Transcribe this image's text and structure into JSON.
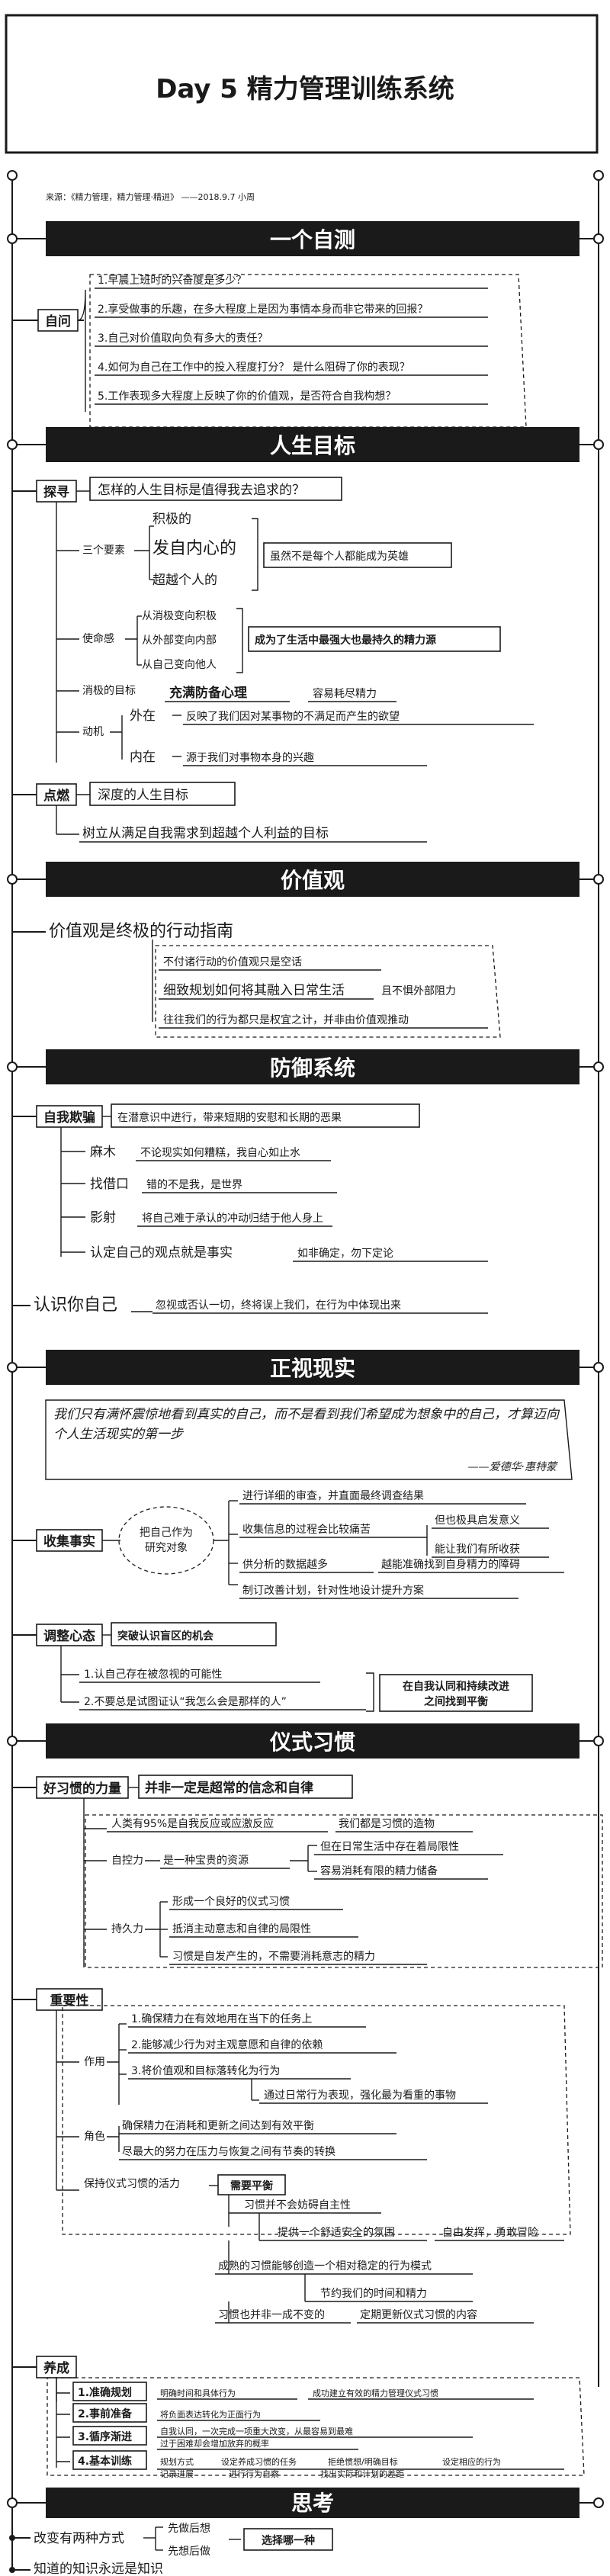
{
  "title": "Day 5 精力管理训练系统",
  "source": "来源：《精力管理，精力管理·精进》  ——2018.9.7 小周",
  "s1": {
    "header": "一个自测",
    "tag": "自问",
    "q": [
      "1.早晨上班时的兴奋度是多少？",
      "2.享受做事的乐趣，在多大程度上是因为事情本身而非它带来的回报？",
      "3.自己对价值取向负有多大的责任？",
      "4.如何为自己在工作中的投入程度打分？ 是什么阻碍了你的表现？",
      "5.工作表现多大程度上反映了你的价值观，是否符合自我构想？"
    ]
  },
  "s2": {
    "header": "人生目标",
    "tag1": "探寻",
    "q": "怎样的人生目标是值得我去追求的？",
    "three": "三个要素",
    "e1": "积极的",
    "e2": "发自内心的",
    "e3": "超越个人的",
    "e_note": "虽然不是每个人都能成为英雄",
    "mission": "使命感",
    "m1": "从消极变向积极",
    "m2": "从外部变向内部",
    "m3": "从自己变向他人",
    "m_note": "成为了生活中最强大也最持久的精力源",
    "neg": "消极的目标",
    "neg1": "充满防备心理",
    "neg2": "容易耗尽精力",
    "motive": "动机",
    "out": "外在",
    "out_note": "反映了我们因对某事物的不满足而产生的欲望",
    "in": "内在",
    "in_note": "源于我们对事物本身的兴趣",
    "tag2": "点燃",
    "deep": "深度的人生目标",
    "deep_note": "树立从满足自我需求到超越个人利益的目标"
  },
  "s3": {
    "header": "价值观",
    "main": "价值观是终极的行动指南",
    "b1": "不付诸行动的价值观只是空话",
    "b2": "细致规划如何将其融入日常生活",
    "b2n": "且不惧外部阻力",
    "b3": "往往我们的行为都只是权宜之计，并非由价值观推动"
  },
  "s4": {
    "header": "防御系统",
    "tag": "自我欺骗",
    "lead": "在潜意识中进行，带来短期的安慰和长期的恶果",
    "r1": "麻木",
    "r1n": "不论现实如何糟糕，我自心如止水",
    "r2": "找借口",
    "r2n": "错的不是我，是世界",
    "r3": "影射",
    "r3n": "将自己难于承认的冲动归结于他人身上",
    "r4": "认定自己的观点就是事实",
    "r4n": "如非确定，勿下定论",
    "know": "认识你自己",
    "know_n": "忽视或否认一切，终将误上我们，在行为中体现出来"
  },
  "s5": {
    "header": "正视现实",
    "quote": "我们只有满怀震惊地看到真实的自己，而不是看到我们希望成为想象中的自己，才算迈向个人生活现实的第一步",
    "author": "——爱德华·惠特蒙",
    "tag": "收集事实",
    "center1": "把自己作为",
    "center2": "研究对象",
    "f1": "进行详细的审查，并直面最终调查结果",
    "f2": "收集信息的过程会比较痛苦",
    "f2a": "但也极具启发意义",
    "f2b": "能让我们有所收获",
    "f3": "供分析的数据越多",
    "f3n": "越能准确找到自身精力的障碍",
    "f4": "制订改善计划，针对性地设计提升方案",
    "tag2": "调整心态",
    "adj": "突破认识盲区的机会",
    "adj1": "1.认自己存在被忽视的可能性",
    "adj2": "2.不要总是试图证认“我怎么会是那样的人”",
    "adj_note1": "在自我认同和持续改进",
    "adj_note2": "之间找到平衡"
  },
  "s6": {
    "header": "仪式习惯",
    "tag": "好习惯的力量",
    "lead": "并非一定是超常的信念和自律",
    "p1": "人类有95%是自我反应或应激反应",
    "p1n": "我们都是习惯的造物",
    "p2": "自控力",
    "p2a": "是一种宝贵的资源",
    "p2b": "但在日常生活中存在着局限性",
    "p2c": "容易消耗有限的精力储备",
    "p3": "持久力",
    "p3a": "形成一个良好的仪式习惯",
    "p3b": "抵消主动意志和自律的局限性",
    "p3c": "习惯是自发产生的，不需要消耗意志的精力",
    "tag2": "重要性",
    "use": "作用",
    "u1": "1.确保精力在有效地用在当下的任务上",
    "u2": "2.能够减少行为对主观意愿和自律的依赖",
    "u3": "3.将价值观和目标落转化为行为",
    "u3n": "通过日常行为表现，强化最为看重的事物",
    "role": "角色",
    "role1": "确保精力在消耗和更新之间达到有效平衡",
    "role2": "尽最大的努力在压力与恢复之间有节奏的转换",
    "keep": "保持仪式习惯的活力",
    "need": "需要平衡",
    "k1": "习惯并不会妨碍自主性",
    "k2": "提供一个舒适安全的氛围",
    "k2n": "自由发挥，勇敢冒险",
    "k3": "成熟的习惯能够创造一个相对稳定的行为模式",
    "k4": "节约我们的时间和精力",
    "k5": "习惯也并非一成不变的",
    "k5n": "定期更新仪式习惯的内容",
    "tag3": "养成",
    "c1": "1.准确规划",
    "c1n": "明确时间和具体行为",
    "c1m": "成功建立有效的精力管理仪式习惯",
    "c2": "2.事前准备",
    "c2n": "将负面表达转化为正面行为",
    "c3": "3.循序渐进",
    "c3a": "自我认同，一次完成一项重大改变，从最容易到最难",
    "c3b": "过于困难却会增加放弃的概率",
    "c4": "4.基本训练",
    "c4a": "规划方式",
    "c4b": "设定养成习惯的任务",
    "c4c": "拒绝惯想/明确目标",
    "c4d": "设定相应的行为",
    "c4e": "记录进展",
    "c4f": "进行行为自察",
    "c4g": "找出实际和计划的差距"
  },
  "s7": {
    "header": "思考",
    "t1": "改变有两种方式",
    "t1a": "先做后想",
    "t1b": "先想后做",
    "t1n": "选择哪一种",
    "t2": "知道的知识永远是知识"
  }
}
